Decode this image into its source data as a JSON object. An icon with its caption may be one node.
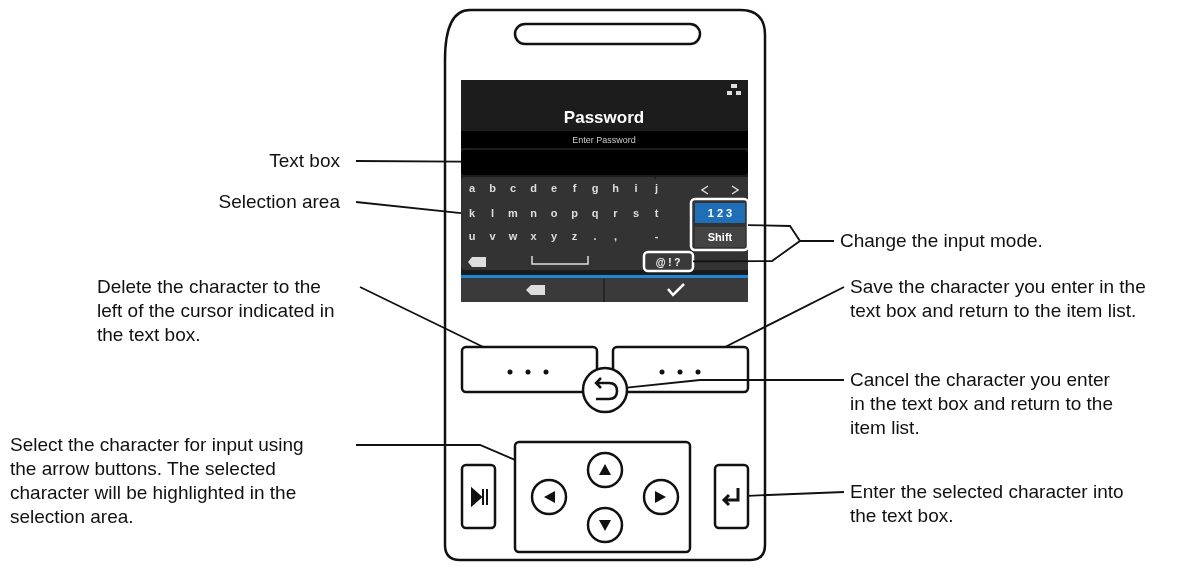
{
  "diagram": {
    "nodes": [
      {
        "text": [
          "Text box"
        ]
      },
      {
        "text": [],
        "shape": "box"
      },
      {
        "text": [
          "Selection area"
        ]
      },
      {
        "text": [],
        "shape": "box"
      },
      {
        "text": [
          "Change the input mode."
        ]
      },
      {
        "text": [],
        "shape": "box"
      },
      {
        "text": [],
        "shape": "box"
      },
      {
        "text": [
          "Delete the character to the left of the cursor indicated in the text box."
        ]
      },
      {
        "text": [],
        "shape": "box"
      },
      {
        "text": [
          "Save the character you enter in the text box and return to the item list."
        ]
      },
      {
        "text": [],
        "shape": "box"
      },
      {
        "text": [
          "Select the character for input using the arrow buttons. The selected character will be highlighted in the selection area."
        ]
      },
      {
        "text": [],
        "shape": "box"
      },
      {
        "text": [
          "Cancel the character you enter in the text box and return to the item list."
        ]
      },
      {
        "text": [],
        "shape": "circle"
      },
      {
        "text": [
          "Enter the selected character into the text box."
        ]
      },
      {
        "text": [],
        "shape": "box"
      },
      {
        "text": [],
        "shape": "box"
      }
    ],
    "edges": [
      {
        "from": 0,
        "to": 1,
        "arrow": "none"
      },
      {
        "from": 2,
        "to": 3,
        "arrow": "none"
      },
      {
        "from": 4,
        "to": 5,
        "arrow": "none"
      },
      {
        "from": 4,
        "to": 6,
        "arrow": "none"
      },
      {
        "from": 7,
        "to": 8,
        "arrow": "none"
      },
      {
        "from": 9,
        "to": 10,
        "arrow": "none"
      },
      {
        "from": 11,
        "to": 12,
        "arrow": "none"
      },
      {
        "from": 13,
        "to": 14,
        "arrow": "none"
      },
      {
        "from": 15,
        "to": 16,
        "arrow": "none"
      }
    ],
    "labels": [
      "Password",
      "Enter Password",
      "a",
      "b",
      "c",
      "d",
      "e",
      "f",
      "g",
      "h",
      "i",
      "j",
      "k",
      "l",
      "m",
      "n",
      "o",
      "p",
      "q",
      "r",
      "s",
      "t",
      "u",
      "v",
      "w",
      "x",
      "y",
      "z",
      ".",
      ",",
      "-",
      "1 2 3",
      "Shift",
      "@ ! ?"
    ]
  }
}
